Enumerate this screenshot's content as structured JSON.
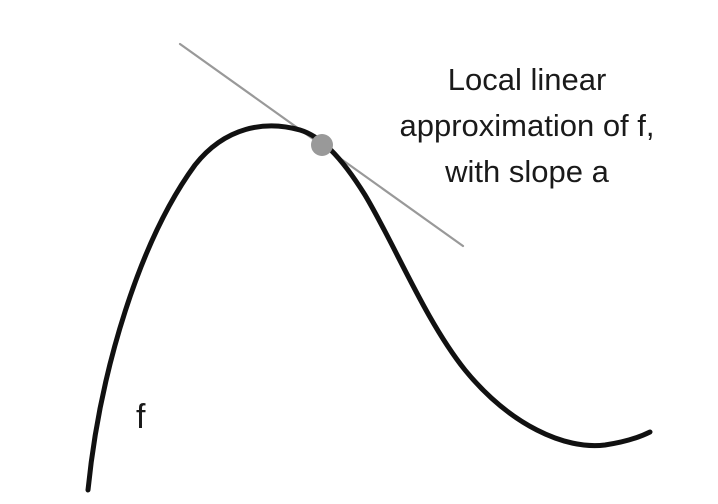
{
  "annotation": {
    "line1": "Local linear",
    "line2": "approximation of f,",
    "line3": "with slope a"
  },
  "curve_label": "f",
  "colors": {
    "curve": "#111111",
    "tangent_line": "#999999",
    "tangent_point": "#999999",
    "text": "#1a1a1a"
  }
}
